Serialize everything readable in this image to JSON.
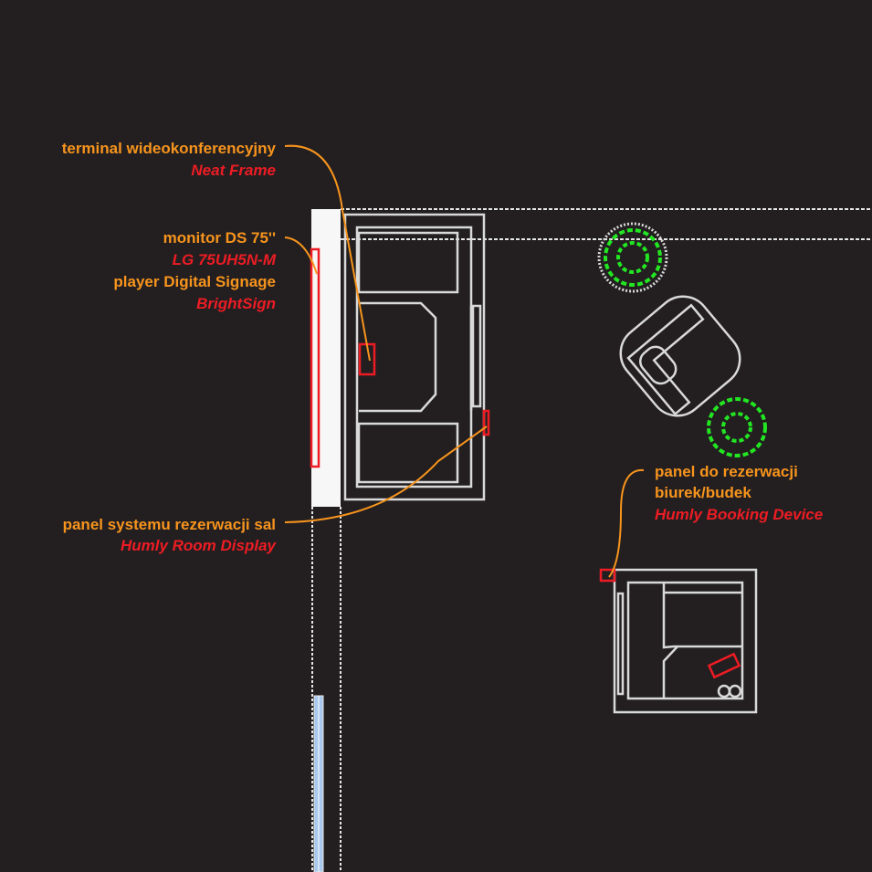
{
  "labels": {
    "terminal": {
      "title": "terminal wideokonferencyjny",
      "model": "Neat Frame"
    },
    "monitor": {
      "title": "monitor DS 75''",
      "model": "LG 75UH5N-M",
      "player": "player Digital Signage",
      "player_model": "BrightSign"
    },
    "room_panel": {
      "title": "panel systemu rezerwacji sal",
      "model": "Humly Room Display"
    },
    "desk_panel": {
      "title1": "panel do rezerwacji",
      "title2": "biurek/budek",
      "model": "Humly Booking Device"
    }
  },
  "colors": {
    "background": "#231f20",
    "label": "#f7941d",
    "model": "#ed1c24",
    "line": "#d9d9d9",
    "plant": "#22e622"
  }
}
